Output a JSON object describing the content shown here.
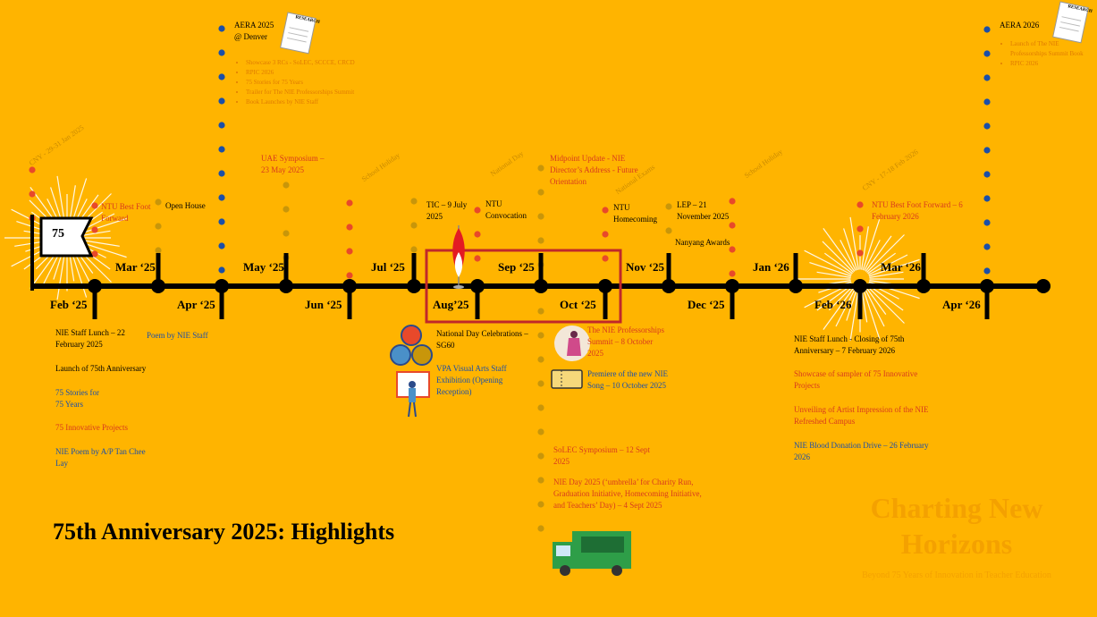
{
  "title": "75th Anniversary 2025: Highlights",
  "brand": {
    "line1": "Charting New",
    "line2": "Horizons",
    "tagline": "Beyond 75 Years of Innovation in Teacher Education"
  },
  "badge": "75",
  "months_above": [
    {
      "label": "Mar ‘25"
    },
    {
      "label": "May ‘25"
    },
    {
      "label": "Jul ‘25"
    },
    {
      "label": "Sep ‘25"
    },
    {
      "label": "Nov ‘25"
    },
    {
      "label": "Jan ‘26"
    },
    {
      "label": "Mar ‘26"
    }
  ],
  "months_below": [
    {
      "label": "Feb ‘25"
    },
    {
      "label": "Apr ‘25"
    },
    {
      "label": "Jun ‘25"
    },
    {
      "label": "Aug’25"
    },
    {
      "label": "Oct ‘25"
    },
    {
      "label": "Dec ‘25"
    },
    {
      "label": "Feb ‘26"
    },
    {
      "label": "Apr ‘26"
    }
  ],
  "holidays": [
    {
      "text": "CNY - 29-31 Jan 2025"
    },
    {
      "text": "School Holiday"
    },
    {
      "text": "National Day"
    },
    {
      "text": "National Exams"
    },
    {
      "text": "School Holiday"
    },
    {
      "text": "CNY - 17-18 Feb 2026"
    }
  ],
  "aera2025": {
    "title": "AERA 2025",
    "place": "@ Denver",
    "items": [
      "Showcase 3 RCs - SoLEC, SCCCE, CRCD",
      "RPIC 2026",
      "75 Stories for 75 Years",
      "Trailer for The NIE Professorships Summit",
      "Book Launches by NIE Staff"
    ]
  },
  "aera2026": {
    "title": "AERA 2026",
    "items": [
      "Launch of The NIE Professorships Summit Book",
      "RPIC 2026"
    ]
  },
  "research_label": "RESEARCH",
  "events": {
    "ntu_bff_2025": "NTU Best Foot Forward",
    "open_house": "Open House",
    "uae": "UAE Symposium – 23 May 2025",
    "tic": "TIC – 9 July 2025",
    "ntu_convo": "NTU Convocation",
    "midpoint": "Midpoint Update - NIE Director’s Address - Future Orientation",
    "ntu_homecoming": "NTU Homecoming",
    "lep": "LEP – 21 November 2025",
    "nanyang": "Nanyang Awards",
    "ntu_bff_2026": "NTU Best Foot Forward – 6 February 2026",
    "staff_lunch_2025": "NIE Staff Lunch – 22 February 2025",
    "launch_75": "Launch of 75th Anniversary",
    "stories": "75 Stories for 75 Years",
    "innovative": "75 Innovative Projects",
    "poem_tan": "NIE Poem by A/P Tan Chee Lay",
    "poem_staff": "Poem by NIE Staff",
    "national_day": "National Day Celebrations – SG60",
    "vpa": "VPA Visual Arts Staff Exhibition (Opening Reception)",
    "prof_summit": "The NIE Professorships Summit – 8 October 2025",
    "premiere": "Premiere of the new NIE Song – 10 October 2025",
    "solec": "SoLEC Symposium – 12 Sept 2025",
    "nie_day": "NIE Day 2025 (‘umbrella’ for Charity Run, Graduation Initiative, Homecoming Initiative, and Teachers’ Day) – 4 Sept 2025",
    "staff_lunch_2026": "NIE Staff Lunch - Closing of 75th Anniversary – 7 February 2026",
    "showcase_sampler": "Showcase of sampler of 75 Innovative Projects",
    "unveiling": "Unveiling of Artist Impression of the NIE Refreshed Campus",
    "blood": "NIE Blood Donation Drive – 26 February 2026"
  },
  "colors": {
    "background": "#FFB400",
    "line": "#000000",
    "blue_dot": "#1B4FA8",
    "red_dot": "#E8492A",
    "gold_dot": "#C8960A",
    "highlight_box": "#C0282A"
  }
}
